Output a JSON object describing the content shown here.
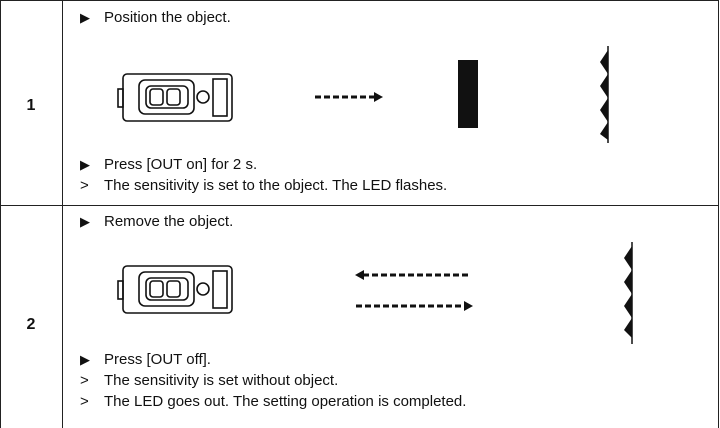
{
  "steps": [
    {
      "number": "1",
      "lines": [
        {
          "marker": "▶",
          "text": "Position the object."
        },
        {
          "marker": "▶",
          "text": "Press [OUT on] for 2 s."
        },
        {
          "marker": ">",
          "text": "The sensitivity is set to the object. The LED flashes."
        }
      ]
    },
    {
      "number": "2",
      "lines": [
        {
          "marker": "▶",
          "text": "Remove the object."
        },
        {
          "marker": "▶",
          "text": "Press [OUT off]."
        },
        {
          "marker": ">",
          "text": "The sensitivity is set without object."
        },
        {
          "marker": ">",
          "text": "The LED goes out. The setting operation is completed."
        }
      ]
    }
  ]
}
